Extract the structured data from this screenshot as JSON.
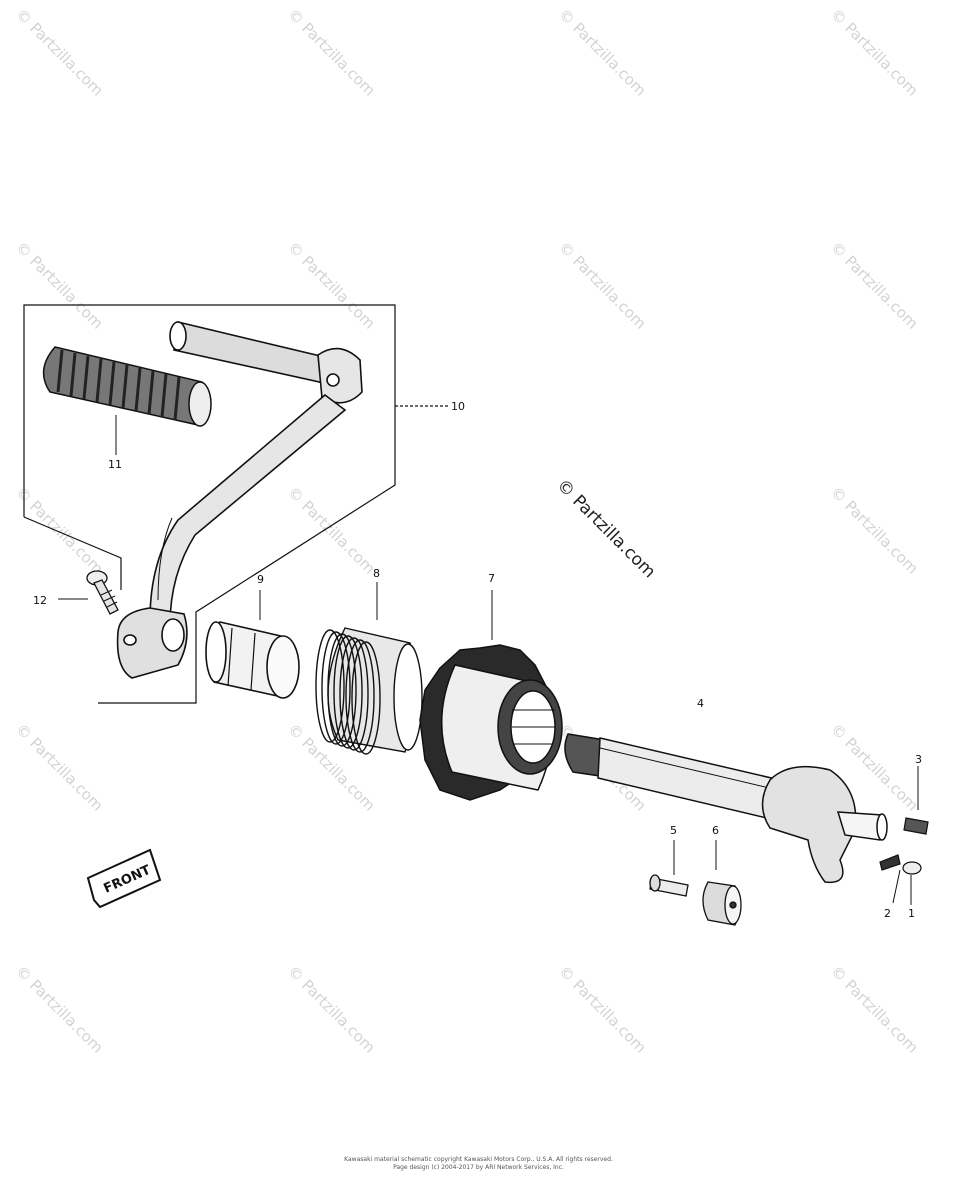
{
  "watermark": {
    "text": "© Partzilla.com",
    "highlight_text": "© Partzilla.com"
  },
  "callouts": {
    "c1": "1",
    "c2": "2",
    "c3": "3",
    "c4": "4",
    "c5": "5",
    "c6": "6",
    "c7": "7",
    "c8": "8",
    "c9": "9",
    "c10": "10",
    "c11": "11",
    "c12": "12"
  },
  "front_label": "FRONT",
  "footer": {
    "line1": "Kawasaki material schematic copyright Kawasaki Motors Corp., U.S.A. All rights reserved.",
    "line2": "Page design (c) 2004-2017 by ARI Network Services, Inc."
  },
  "colors": {
    "line": "#111111",
    "watermark": "#d3d3d3"
  }
}
